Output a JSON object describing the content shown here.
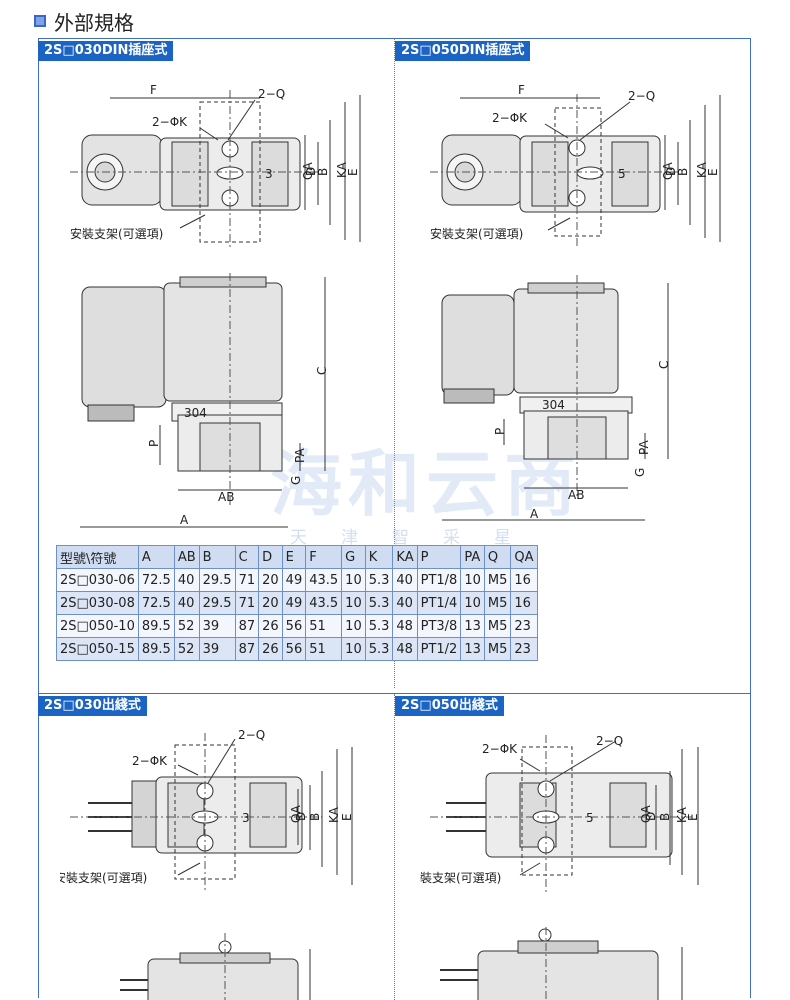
{
  "heading": "外部規格",
  "sections": {
    "din030": "2S□030DIN插座式",
    "din050": "2S□050DIN插座式",
    "wire030": "2S□030出綫式",
    "wire050": "2S□050出綫式"
  },
  "labels": {
    "F": "F",
    "Q2": "2−Q",
    "K2": "2−ΦK",
    "bracket": "安裝支架(可選項)",
    "QA": "QA",
    "D": "D",
    "B": "B",
    "KA": "KA",
    "E": "E",
    "C": "C",
    "P": "P",
    "PA": "PA",
    "G": "G",
    "AB": "AB",
    "A": "A",
    "n3": "3",
    "n5": "5",
    "n304": "304"
  },
  "watermark": {
    "main": "海和云商",
    "sub": "天津智采星"
  },
  "table": {
    "headers": [
      "型號\\符號",
      "A",
      "AB",
      "B",
      "C",
      "D",
      "E",
      "F",
      "G",
      "K",
      "KA",
      "P",
      "PA",
      "Q",
      "QA"
    ],
    "rows": [
      [
        "2S□030-06",
        "72.5",
        "40",
        "29.5",
        "71",
        "20",
        "49",
        "43.5",
        "10",
        "5.3",
        "40",
        "PT1/8",
        "10",
        "M5",
        "16"
      ],
      [
        "2S□030-08",
        "72.5",
        "40",
        "29.5",
        "71",
        "20",
        "49",
        "43.5",
        "10",
        "5.3",
        "40",
        "PT1/4",
        "10",
        "M5",
        "16"
      ],
      [
        "2S□050-10",
        "89.5",
        "52",
        "39",
        "87",
        "26",
        "56",
        "51",
        "10",
        "5.3",
        "48",
        "PT3/8",
        "13",
        "M5",
        "23"
      ],
      [
        "2S□050-15",
        "89.5",
        "52",
        "39",
        "87",
        "26",
        "56",
        "51",
        "10",
        "5.3",
        "48",
        "PT1/2",
        "13",
        "M5",
        "23"
      ]
    ]
  },
  "colors": {
    "accent": "#1c64c4",
    "frame": "#3f6fbf",
    "body": "#e6e6e6"
  }
}
